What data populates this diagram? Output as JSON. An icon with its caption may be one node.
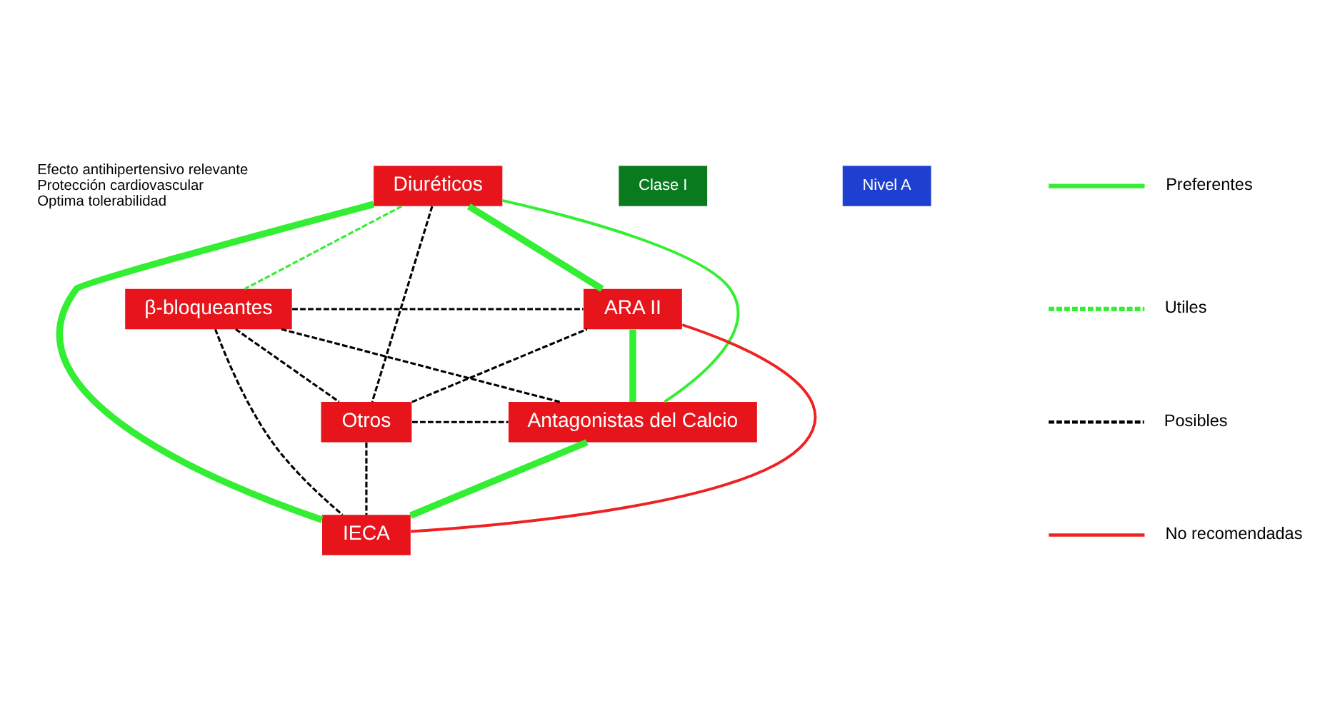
{
  "diagram": {
    "nodes": [
      {
        "text": [
          "Diuréticos"
        ]
      },
      {
        "text": [
          "β-bloqueantes"
        ]
      },
      {
        "text": [
          "ARA II"
        ]
      },
      {
        "text": [
          "Otros"
        ]
      },
      {
        "text": [
          "Antagonistas del Calcio"
        ]
      },
      {
        "text": [
          "IECA"
        ]
      },
      {
        "text": [
          "Clase I"
        ]
      },
      {
        "text": [
          "Nivel A"
        ]
      }
    ],
    "edges": [
      {
        "from": 0,
        "to": 1,
        "arrow": "none",
        "style": "dashed",
        "color": "#33ee33"
      },
      {
        "from": 0,
        "to": 2,
        "arrow": "none",
        "style": "thick",
        "color": "#33ee33"
      },
      {
        "from": 0,
        "to": 4,
        "arrow": "none",
        "color": "#33ee33"
      },
      {
        "from": 0,
        "to": 5,
        "arrow": "none",
        "style": "thick",
        "color": "#33ee33"
      },
      {
        "from": 0,
        "to": 3,
        "arrow": "none",
        "style": "dashed"
      },
      {
        "from": 1,
        "to": 2,
        "arrow": "none",
        "style": "dashed"
      },
      {
        "from": 2,
        "to": 4,
        "arrow": "none",
        "style": "thick",
        "color": "#33ee33"
      },
      {
        "from": 2,
        "to": 5,
        "arrow": "none",
        "color": "#ee2222"
      },
      {
        "from": 3,
        "to": 2,
        "arrow": "none",
        "style": "dashed"
      },
      {
        "from": 4,
        "to": 5,
        "arrow": "none",
        "style": "thick",
        "color": "#33ee33"
      },
      {
        "from": 3,
        "to": 4,
        "arrow": "none",
        "style": "dashed"
      },
      {
        "from": 1,
        "to": 4,
        "arrow": "none",
        "style": "dashed"
      },
      {
        "from": 3,
        "to": 5,
        "arrow": "none",
        "style": "dashed"
      },
      {
        "from": 1,
        "to": 5,
        "arrow": "none",
        "style": "dashed"
      },
      {
        "from": 1,
        "to": 3,
        "arrow": "none",
        "style": "dashed"
      }
    ],
    "labels": [
      "Efecto antihipertensivo relevante",
      "Protección cardiovascular",
      "Optima tolerabilidad"
    ],
    "legend": [
      {
        "text": "Preferentes"
      },
      {
        "text": "Utiles"
      },
      {
        "text": "Posibles"
      },
      {
        "text": "No recomendadas"
      }
    ]
  }
}
